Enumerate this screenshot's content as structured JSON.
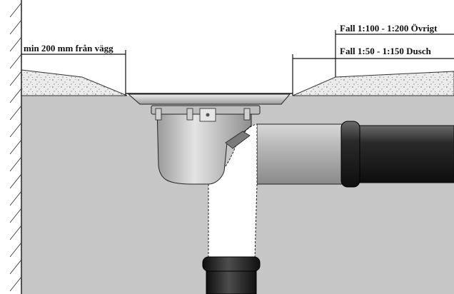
{
  "annotations": {
    "wall_distance": "min 200 mm från vägg",
    "slope_other": "Fall 1:100 - 1:200 Övrigt",
    "slope_shower": "Fall 1:50 - 1:150 Dusch"
  },
  "colors": {
    "background": "#ffffff",
    "floor_fill": "#c6c6c6",
    "screed": "#ececec",
    "pipe_grey": "#a9a9a9",
    "pipe_black": "#1c1c1c",
    "line": "#111111"
  },
  "icons": {
    "wall": "hatched-wall-icon",
    "drain": "floor-drain-icon"
  }
}
